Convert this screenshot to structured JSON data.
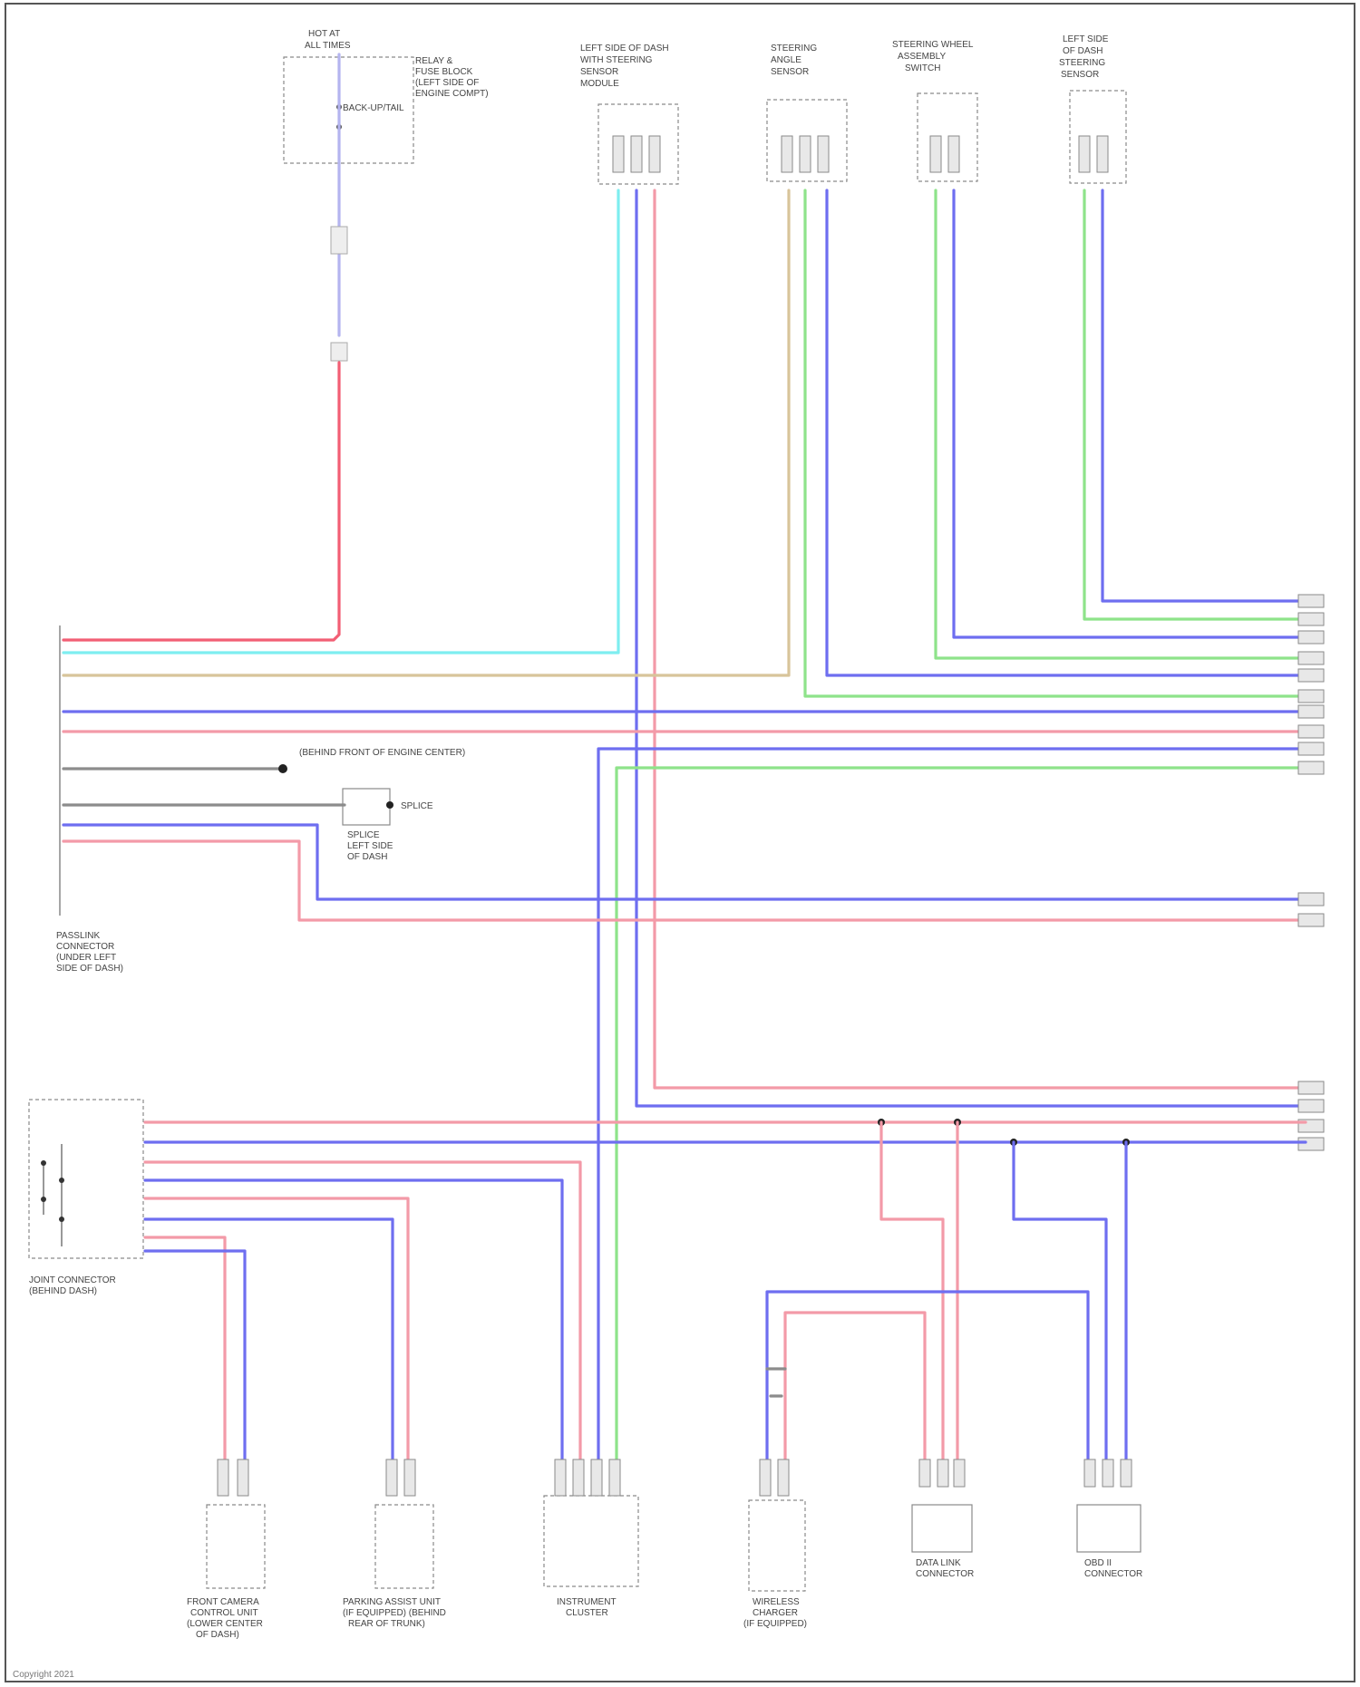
{
  "top_components": [
    {
      "id": "fuse",
      "lines": [
        "HOT AT",
        "ALL TIMES"
      ],
      "sub": [
        "RELAY &",
        "FUSE BLOCK",
        "(LEFT SIDE OF",
        "ENGINE COMPT)"
      ],
      "fuse_label": "BACK-UP/TAIL"
    },
    {
      "id": "ssw_left",
      "lines": [
        "LEFT SIDE OF DASH",
        "WITH STEERING",
        "SENSOR",
        "MODULE"
      ]
    },
    {
      "id": "ssw_mid",
      "lines": [
        "STEERING",
        "ANGLE",
        "SENSOR"
      ]
    },
    {
      "id": "ssw_right1",
      "lines": [
        "STEERING WHEEL",
        "ASSEMBLY",
        "SWITCH"
      ]
    },
    {
      "id": "ssw_right2",
      "lines": [
        "LEFT SIDE",
        "OF DASH",
        "STEERING",
        "SENSOR"
      ]
    }
  ],
  "left_connector": {
    "caption": [
      "PASSLINK",
      "CONNECTOR",
      "(UNDER LEFT",
      "SIDE OF DASH)"
    ]
  },
  "junction_block": {
    "caption": [
      "JOINT CONNECTOR",
      "(BEHIND DASH)"
    ]
  },
  "mid_notes": {
    "ground": "(BEHIND FRONT OF ENGINE CENTER)",
    "splice": "SPLICE",
    "splice_caption": [
      "SPLICE",
      "LEFT SIDE",
      "OF DASH"
    ]
  },
  "bottom_components": [
    {
      "id": "b1",
      "lines": [
        "FRONT CAMERA",
        "CONTROL UNIT",
        "(LOWER CENTER",
        "OF DASH)"
      ]
    },
    {
      "id": "b2",
      "lines": [
        "PARKING ASSIST UNIT",
        "(IF EQUIPPED) (BEHIND",
        "REAR OF TRUNK)"
      ]
    },
    {
      "id": "b3",
      "lines": [
        "INSTRUMENT",
        "CLUSTER"
      ]
    },
    {
      "id": "b4",
      "lines": [
        "WIRELESS",
        "CHARGER",
        "(IF EQUIPPED)"
      ]
    },
    {
      "id": "b5",
      "lines": [
        "DATA LINK",
        "CONNECTOR"
      ]
    },
    {
      "id": "b6",
      "lines": [
        "OBD II",
        "CONNECTOR"
      ]
    }
  ],
  "footer": "Copyright 2021"
}
